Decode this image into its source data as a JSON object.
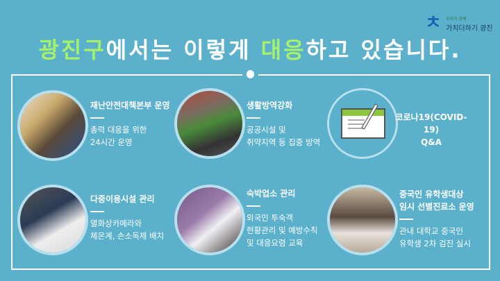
{
  "logo": {
    "slogan": "우리가 함께",
    "text": "가치더하기 광진"
  },
  "title": {
    "highlight1": "광진구",
    "part2": "에서는 이렇게 ",
    "highlight2": "대응",
    "part3": "하고 있습니다."
  },
  "colors": {
    "background": "#5bb0cb",
    "highlight": "#a6f16c"
  },
  "items": [
    {
      "title": "재난안전대책본부 운영",
      "desc": "총력 대응을 위한\n24시간 운영"
    },
    {
      "title": "생활방역강화",
      "desc": "공공시설 및\n취약지역 등 집중 방역"
    },
    {
      "title": "코로나19(COVID-19)\nQ&A",
      "icon": "notepad-pen-icon"
    },
    {
      "title": "다중이용시설 관리",
      "desc": "열화상카메라와\n체온계, 손소독제 배치"
    },
    {
      "title": "숙박업소 관리",
      "desc": "외국인 투숙객\n현황관리 및 예방수칙\n및 대응요령 교육"
    },
    {
      "title": "중국인 유학생대상\n임시 선별진료소 운영",
      "desc": "관내 대학교 중국인\n유학생 2차 검진 실시"
    }
  ]
}
